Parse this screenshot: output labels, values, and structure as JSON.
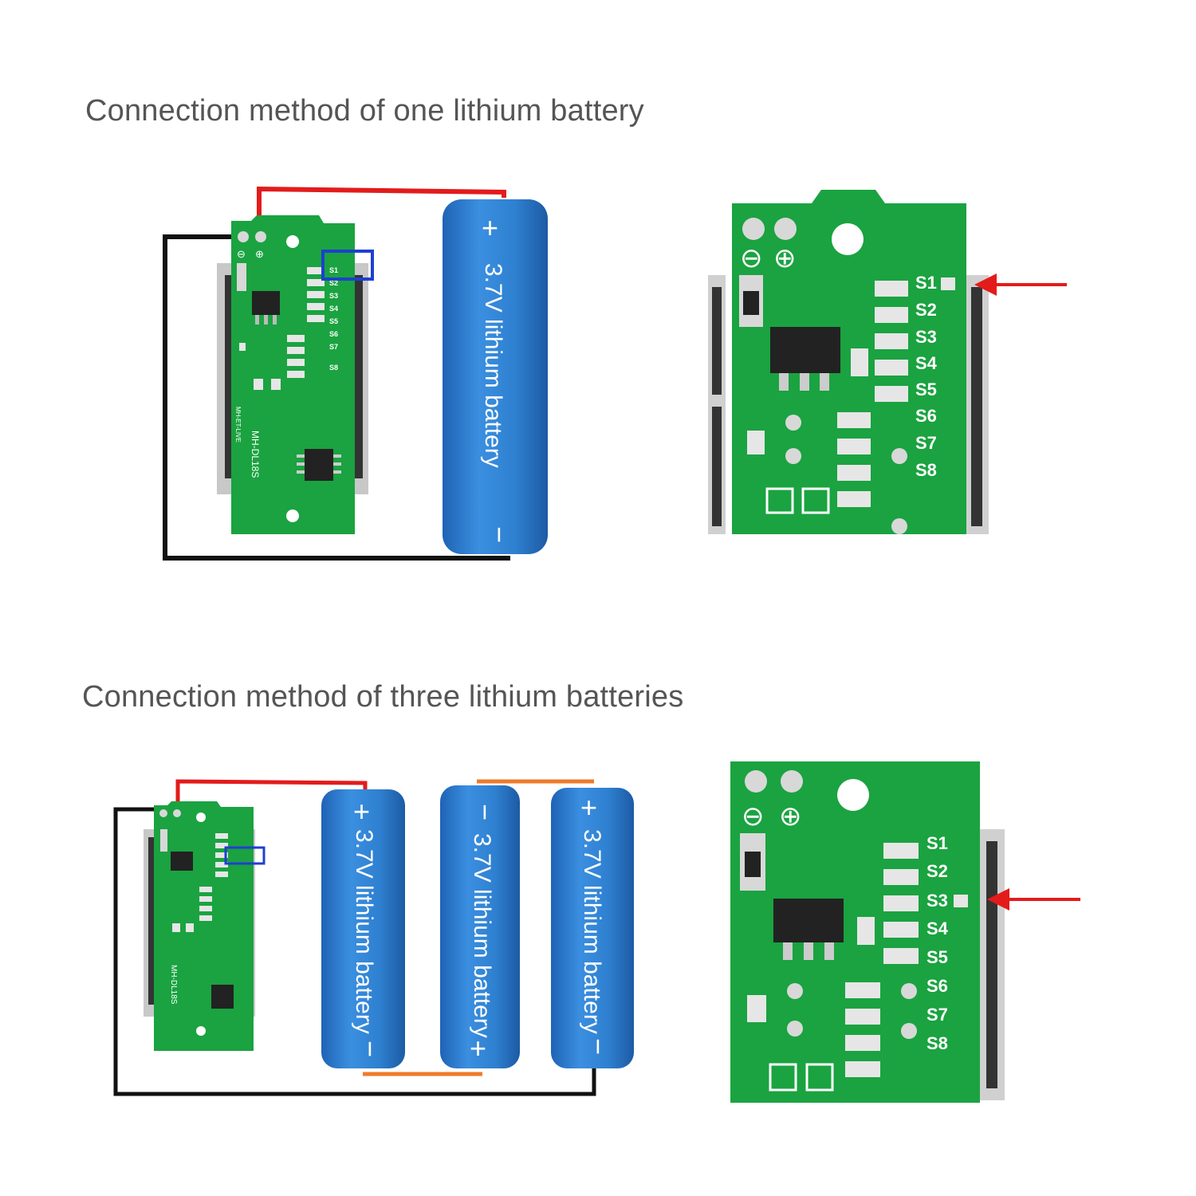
{
  "headings": {
    "one": "Connection method of one lithium battery",
    "three": "Connection method of three lithium batteries"
  },
  "battery": {
    "label": "3.7V lithium battery",
    "plus": "+",
    "minus": "−"
  },
  "board": {
    "model": "MH-DL18S",
    "code": "MH-ET-LIVE",
    "neg_symbol": "⊖",
    "pos_symbol": "⊕",
    "pads": [
      "S1",
      "S2",
      "S3",
      "S4",
      "S5",
      "S6",
      "S7",
      "S8"
    ]
  },
  "colors": {
    "pcb": "#1aa340",
    "pcb_dark": "#117a2c",
    "battery": "#2e7fcf",
    "wire_positive": "#e31b1b",
    "wire_negative": "#111111",
    "wire_series": "#f07a2a",
    "highlight_box": "#1f3fd0",
    "arrow": "#e31b1b"
  }
}
